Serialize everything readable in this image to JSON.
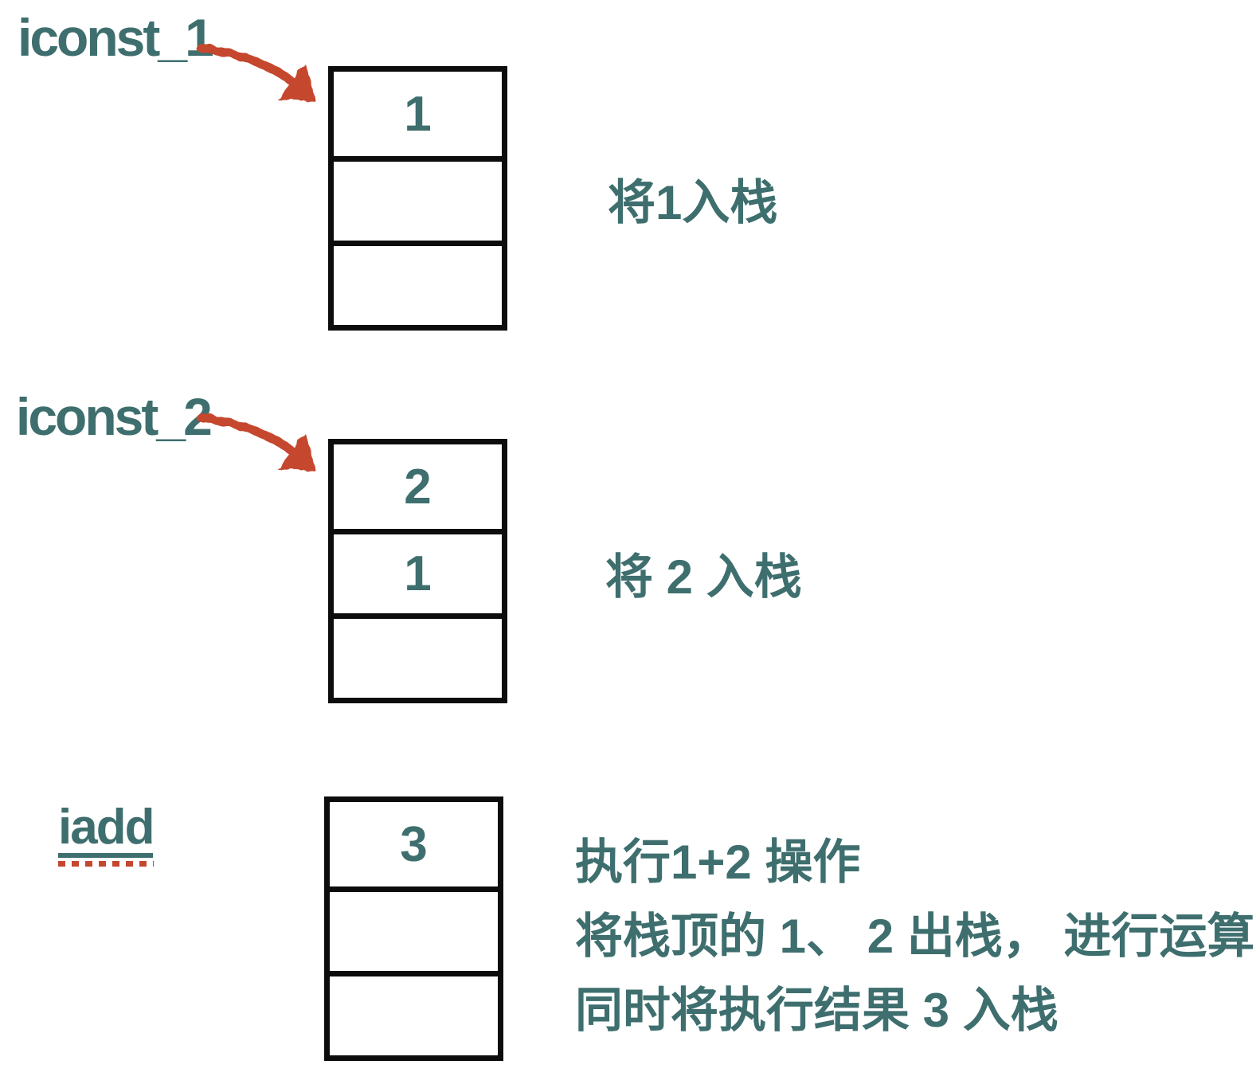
{
  "colors": {
    "teal": "#3E6F6E",
    "red": "#C5472F",
    "ink": "#0D0D0D",
    "background": "#FFFFFF"
  },
  "diagram": {
    "title_hint": "JVM operand stack execution of 1 + 2",
    "sections": [
      {
        "label": "iconst_1",
        "caption": "将1入栈",
        "stack": [
          "1",
          "",
          ""
        ]
      },
      {
        "label": "iconst_2",
        "caption": "将 2 入栈",
        "stack": [
          "2",
          "1",
          ""
        ]
      },
      {
        "label": "iadd",
        "caption_lines": [
          "执行1+2 操作",
          "将栈顶的 1、 2 出栈， 进行运算",
          "同时将执行结果 3 入栈"
        ],
        "stack": [
          "3",
          "",
          ""
        ]
      }
    ]
  }
}
